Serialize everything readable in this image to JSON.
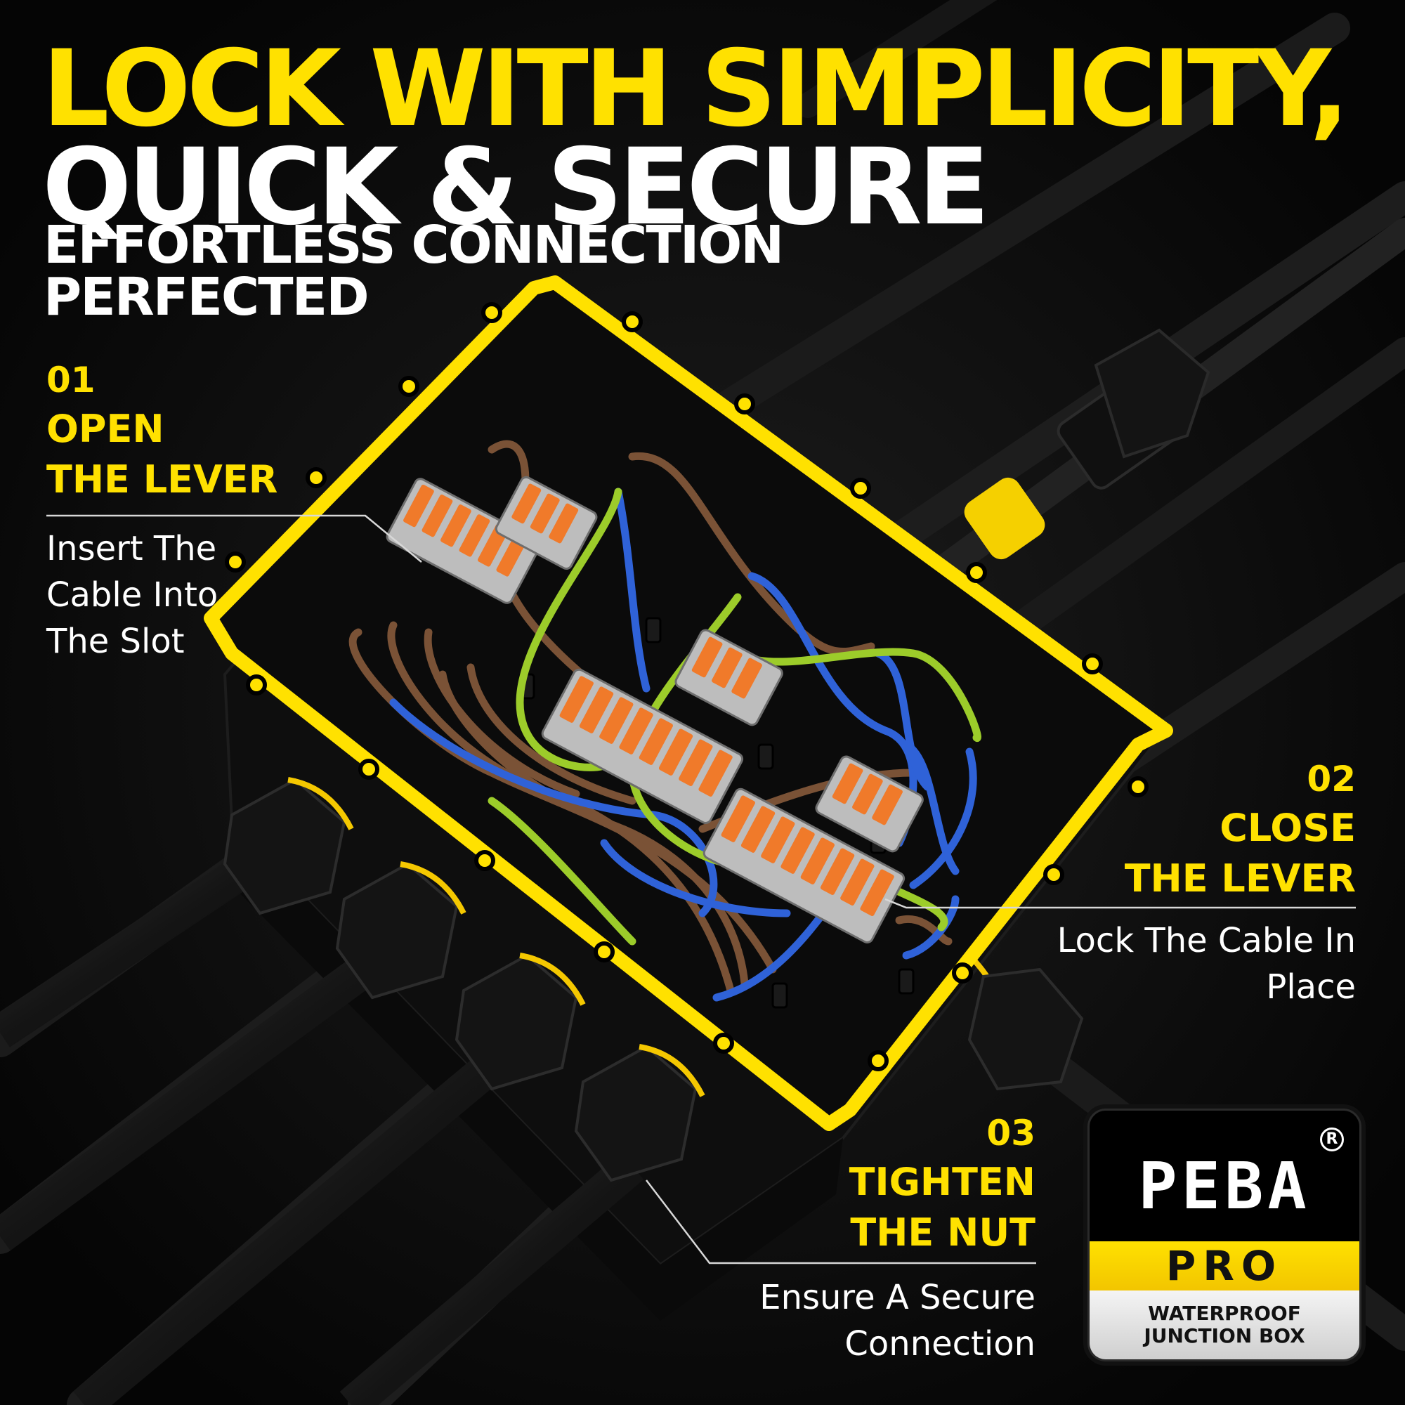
{
  "headline": {
    "line1": "LOCK WITH SIMPLICITY,",
    "line2": "QUICK & SECURE"
  },
  "subheadline": {
    "line1": "EFFORTLESS CONNECTION",
    "line2": "PERFECTED"
  },
  "steps": [
    {
      "number": "01",
      "title_line1": "OPEN",
      "title_line2": "THE LEVER",
      "description": "Insert The Cable Into The Slot"
    },
    {
      "number": "02",
      "title_line1": "CLOSE",
      "title_line2": "THE LEVER",
      "description": "Lock The Cable In Place"
    },
    {
      "number": "03",
      "title_line1": "TIGHTEN",
      "title_line2": "THE NUT",
      "description": "Ensure A Secure Connection"
    }
  ],
  "badge": {
    "logo_text": "PEBA",
    "registered_mark": "R",
    "tier": "PRO",
    "product_line1": "WATERPROOF",
    "product_line2": "JUNCTION BOX"
  },
  "colors": {
    "accent_yellow": "#FFE100",
    "background": "#050505",
    "wire_brown": "#7a5236",
    "wire_blue": "#2f62d8",
    "wire_green_yellow": "#9ccc2a",
    "connector_orange": "#f07a2a",
    "connector_grey": "#bdbdbd"
  }
}
